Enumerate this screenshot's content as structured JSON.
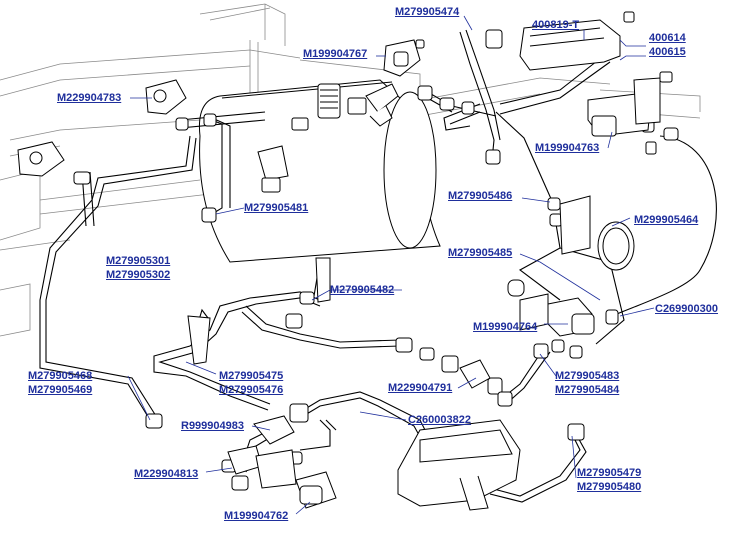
{
  "diagram": {
    "part_labels": [
      {
        "id": "M279905474",
        "code": "M279905474"
      },
      {
        "id": "400819-T",
        "code": "400819-T"
      },
      {
        "id": "400614",
        "code": "400614"
      },
      {
        "id": "400615",
        "code": "400615"
      },
      {
        "id": "M199904767",
        "code": "M199904767"
      },
      {
        "id": "M229904783",
        "code": "M229904783"
      },
      {
        "id": "M199904763",
        "code": "M199904763"
      },
      {
        "id": "M279905481",
        "code": "M279905481"
      },
      {
        "id": "M279905486",
        "code": "M279905486"
      },
      {
        "id": "M299905464",
        "code": "M299905464"
      },
      {
        "id": "M279905301",
        "code": "M279905301"
      },
      {
        "id": "M279905302",
        "code": "M279905302"
      },
      {
        "id": "M279905485",
        "code": "M279905485"
      },
      {
        "id": "M279905482",
        "code": "M279905482"
      },
      {
        "id": "C269900300",
        "code": "C269900300"
      },
      {
        "id": "M199904764",
        "code": "M199904764"
      },
      {
        "id": "M279905468",
        "code": "M279905468"
      },
      {
        "id": "M279905469",
        "code": "M279905469"
      },
      {
        "id": "M279905475",
        "code": "M279905475"
      },
      {
        "id": "M279905476",
        "code": "M279905476"
      },
      {
        "id": "M229904791",
        "code": "M229904791"
      },
      {
        "id": "M279905483",
        "code": "M279905483"
      },
      {
        "id": "M279905484",
        "code": "M279905484"
      },
      {
        "id": "R999904983",
        "code": "R999904983"
      },
      {
        "id": "C260003822",
        "code": "C260003822"
      },
      {
        "id": "M229904813",
        "code": "M229904813"
      },
      {
        "id": "M279905479",
        "code": "M279905479"
      },
      {
        "id": "M279905480",
        "code": "M279905480"
      },
      {
        "id": "M199904762",
        "code": "M199904762"
      }
    ],
    "colors": {
      "label": "#1f2f9c",
      "line": "#000000",
      "frame": "#8a8a8a"
    }
  }
}
